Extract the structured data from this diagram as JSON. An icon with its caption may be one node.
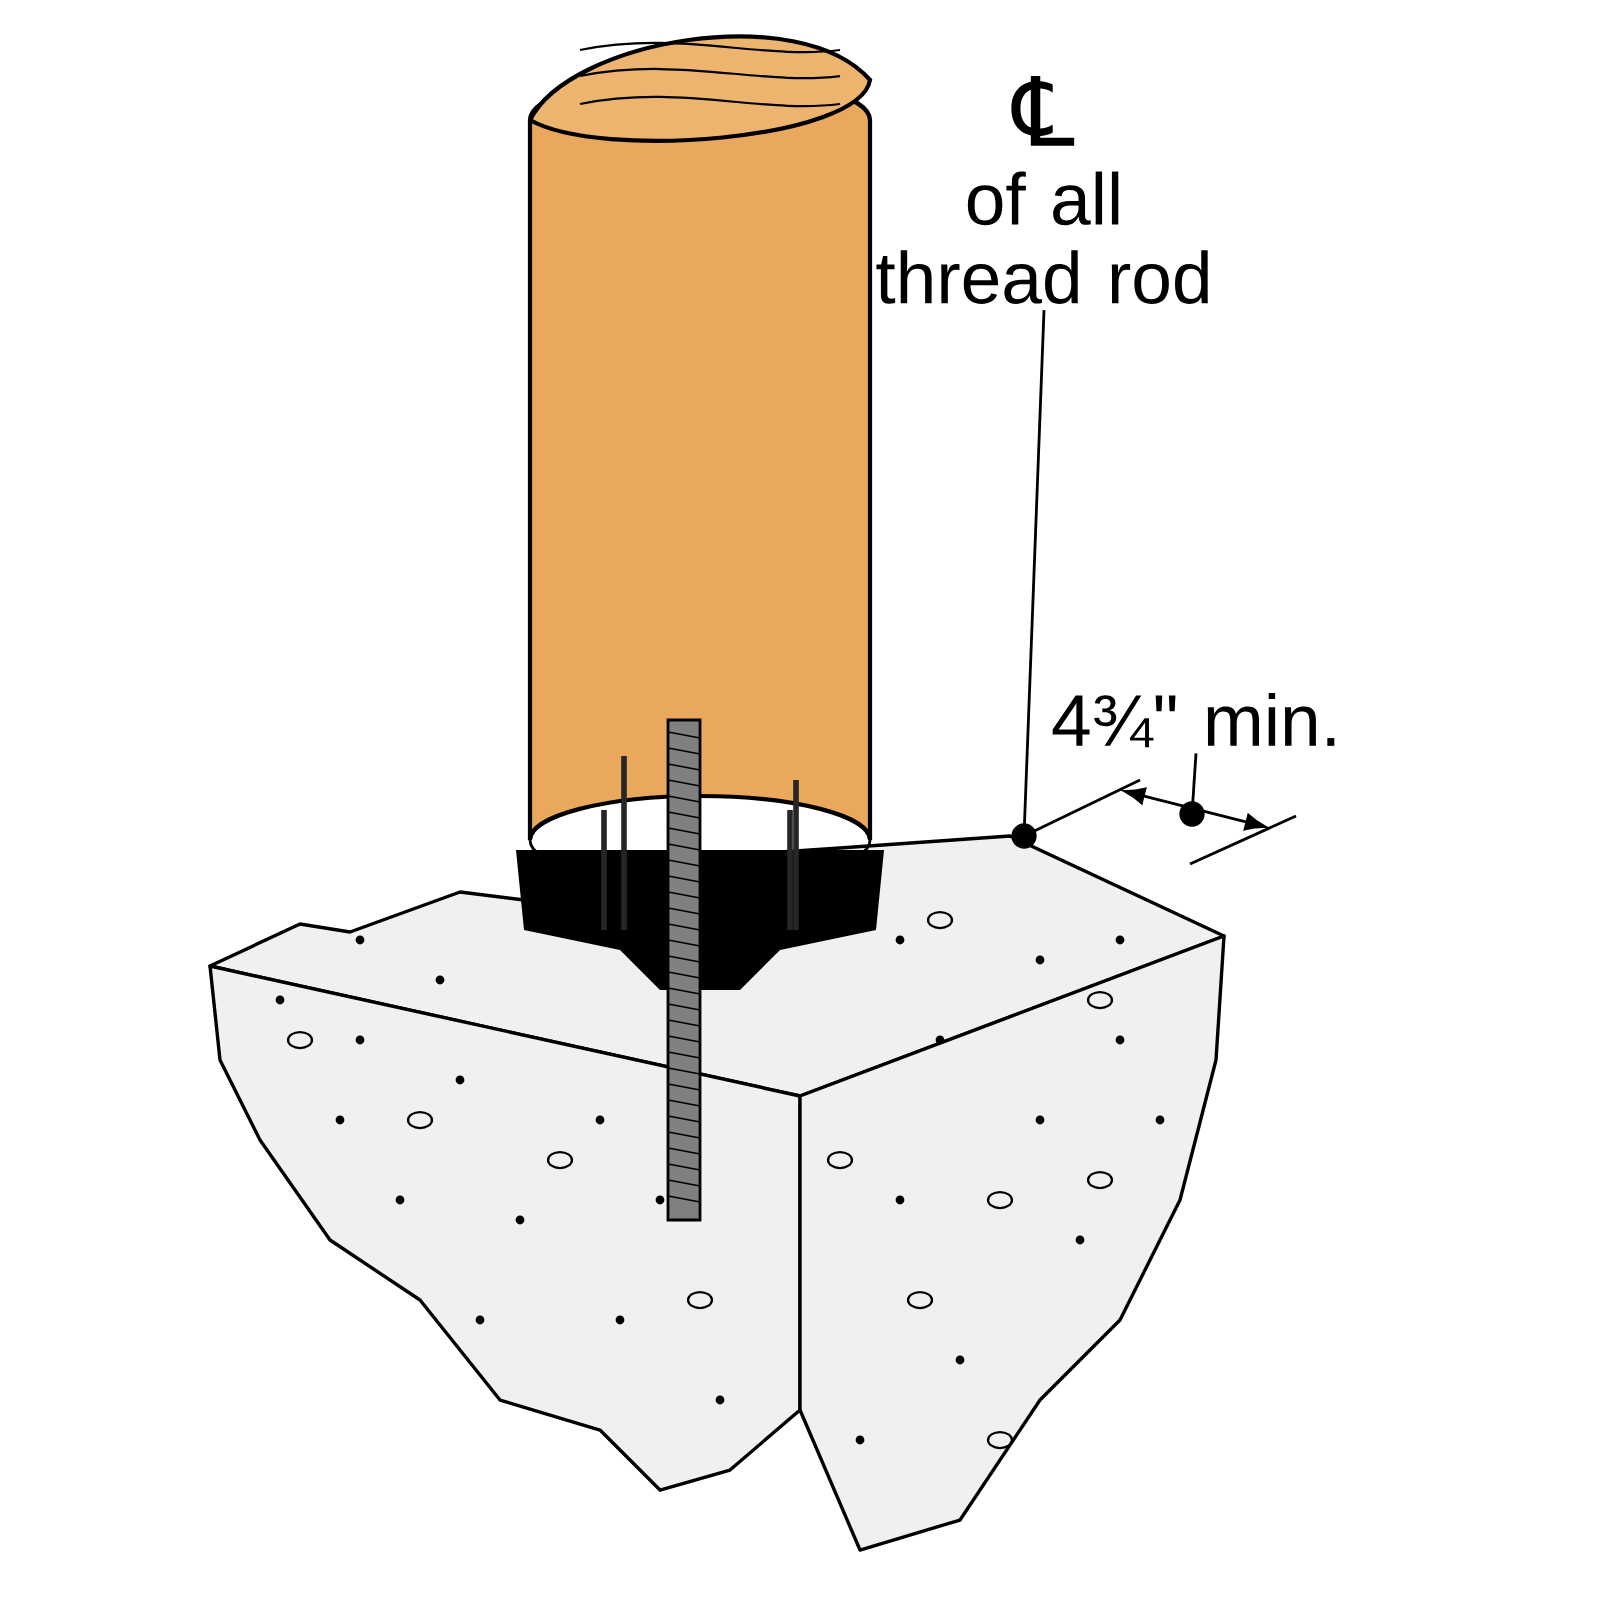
{
  "diagram": {
    "nodes": [
      {
        "text": [
          "℄",
          "of all thread rod"
        ]
      },
      {
        "text": [],
        "shape": "circle"
      },
      {
        "text": [
          "4¾\" min."
        ]
      },
      {
        "text": [],
        "shape": "circle"
      }
    ],
    "edges": [
      {
        "from": 0,
        "to": 1,
        "arrow": "none"
      },
      {
        "from": 2,
        "to": 3,
        "arrow": "none"
      }
    ]
  }
}
